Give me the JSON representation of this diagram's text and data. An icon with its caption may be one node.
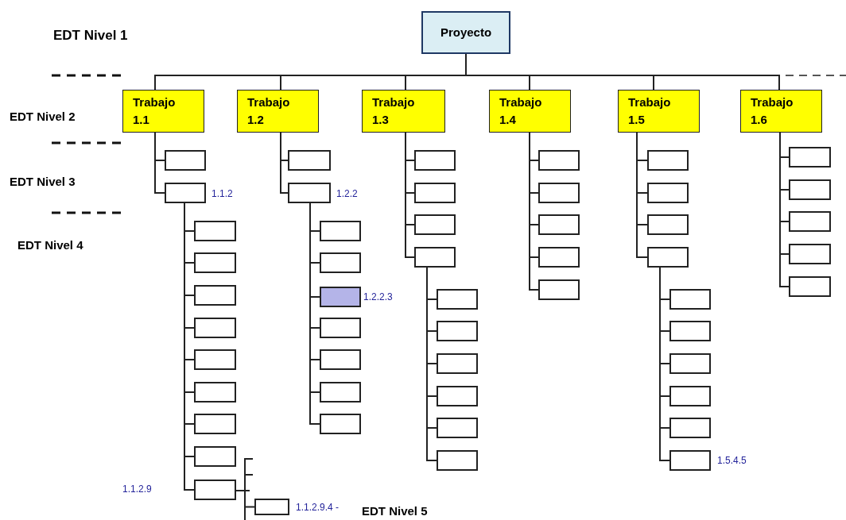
{
  "diagram": {
    "nodes": [
      {
        "text": [
          "Proyecto"
        ]
      },
      {
        "text": [
          "Trabajo 1.1"
        ]
      },
      {
        "text": [
          "Trabajo 1.2"
        ]
      },
      {
        "text": [
          "Trabajo 1.3"
        ]
      },
      {
        "text": [
          "Trabajo 1.4"
        ]
      },
      {
        "text": [
          "Trabajo 1.5"
        ]
      },
      {
        "text": [
          "Trabajo 1.6"
        ]
      },
      {
        "text": [],
        "shape": "box"
      },
      {
        "text": [],
        "shape": "box",
        "beside": [
          "1.1.2"
        ]
      },
      {
        "text": [],
        "shape": "box"
      },
      {
        "text": [],
        "shape": "box",
        "beside": [
          "1.2.2"
        ]
      },
      {
        "text": [],
        "shape": "box"
      },
      {
        "text": [],
        "shape": "box"
      },
      {
        "text": [],
        "shape": "box"
      },
      {
        "text": [],
        "shape": "box"
      },
      {
        "text": [],
        "shape": "box"
      },
      {
        "text": [],
        "shape": "box"
      },
      {
        "text": [],
        "shape": "box"
      },
      {
        "text": [],
        "shape": "box"
      },
      {
        "text": [],
        "shape": "box"
      },
      {
        "text": [],
        "shape": "box"
      },
      {
        "text": [],
        "shape": "box"
      },
      {
        "text": [],
        "shape": "box"
      },
      {
        "text": [],
        "shape": "box"
      },
      {
        "text": [],
        "shape": "box"
      },
      {
        "text": [],
        "shape": "box"
      },
      {
        "text": [],
        "shape": "box"
      },
      {
        "text": [],
        "shape": "box"
      },
      {
        "text": [],
        "shape": "box"
      },
      {
        "text": [],
        "shape": "box"
      },
      {
        "text": [],
        "shape": "box"
      },
      {
        "text": [],
        "shape": "box"
      },
      {
        "text": [],
        "shape": "box"
      },
      {
        "text": [],
        "shape": "box"
      },
      {
        "text": [],
        "shape": "box"
      },
      {
        "text": [],
        "shape": "box"
      },
      {
        "text": [],
        "shape": "box"
      },
      {
        "text": [],
        "shape": "box"
      },
      {
        "text": [],
        "shape": "box"
      },
      {
        "text": [],
        "shape": "box"
      },
      {
        "text": [],
        "shape": "box",
        "beside": [
          "1.2.2.3"
        ]
      },
      {
        "text": [],
        "shape": "box"
      },
      {
        "text": [],
        "shape": "box"
      },
      {
        "text": [],
        "shape": "box"
      },
      {
        "text": [],
        "shape": "box"
      },
      {
        "text": [],
        "shape": "box"
      },
      {
        "text": [],
        "shape": "box"
      },
      {
        "text": [],
        "shape": "box"
      },
      {
        "text": [],
        "shape": "box"
      },
      {
        "text": [],
        "shape": "box"
      },
      {
        "text": [],
        "shape": "box"
      },
      {
        "text": [],
        "shape": "box"
      },
      {
        "text": [],
        "shape": "box"
      },
      {
        "text": [],
        "shape": "box"
      },
      {
        "text": [],
        "shape": "box"
      },
      {
        "text": [],
        "shape": "box"
      },
      {
        "text": [],
        "shape": "box",
        "beside": [
          "1.5.4.5"
        ]
      },
      {
        "text": [],
        "shape": "box",
        "beside": [
          "1.1.2.9.4 -"
        ]
      }
    ],
    "edges": [
      {
        "from": 0,
        "to": 1,
        "arrow": "none"
      },
      {
        "from": 0,
        "to": 2,
        "arrow": "none"
      },
      {
        "from": 0,
        "to": 3,
        "arrow": "none"
      },
      {
        "from": 0,
        "to": 4,
        "arrow": "none"
      },
      {
        "from": 0,
        "to": 5,
        "arrow": "none"
      },
      {
        "from": 0,
        "to": 6,
        "arrow": "none"
      },
      {
        "from": 1,
        "to": 7,
        "arrow": "none"
      },
      {
        "from": 1,
        "to": 8,
        "arrow": "none"
      },
      {
        "from": 2,
        "to": 9,
        "arrow": "none"
      },
      {
        "from": 2,
        "to": 10,
        "arrow": "none"
      },
      {
        "from": 3,
        "to": 11,
        "arrow": "none"
      },
      {
        "from": 3,
        "to": 12,
        "arrow": "none"
      },
      {
        "from": 3,
        "to": 13,
        "arrow": "none"
      },
      {
        "from": 3,
        "to": 14,
        "arrow": "none"
      },
      {
        "from": 4,
        "to": 15,
        "arrow": "none"
      },
      {
        "from": 4,
        "to": 16,
        "arrow": "none"
      },
      {
        "from": 4,
        "to": 17,
        "arrow": "none"
      },
      {
        "from": 4,
        "to": 18,
        "arrow": "none"
      },
      {
        "from": 4,
        "to": 19,
        "arrow": "none"
      },
      {
        "from": 5,
        "to": 20,
        "arrow": "none"
      },
      {
        "from": 5,
        "to": 21,
        "arrow": "none"
      },
      {
        "from": 5,
        "to": 22,
        "arrow": "none"
      },
      {
        "from": 5,
        "to": 23,
        "arrow": "none"
      },
      {
        "from": 6,
        "to": 24,
        "arrow": "none"
      },
      {
        "from": 6,
        "to": 25,
        "arrow": "none"
      },
      {
        "from": 6,
        "to": 26,
        "arrow": "none"
      },
      {
        "from": 6,
        "to": 27,
        "arrow": "none"
      },
      {
        "from": 6,
        "to": 28,
        "arrow": "none"
      },
      {
        "from": 8,
        "to": 29,
        "arrow": "none"
      },
      {
        "from": 8,
        "to": 30,
        "arrow": "none"
      },
      {
        "from": 8,
        "to": 31,
        "arrow": "none"
      },
      {
        "from": 8,
        "to": 32,
        "arrow": "none"
      },
      {
        "from": 8,
        "to": 33,
        "arrow": "none"
      },
      {
        "from": 8,
        "to": 34,
        "arrow": "none"
      },
      {
        "from": 8,
        "to": 35,
        "arrow": "none"
      },
      {
        "from": 8,
        "to": 36,
        "arrow": "none"
      },
      {
        "from": 8,
        "to": 37,
        "arrow": "none"
      },
      {
        "from": 10,
        "to": 38,
        "arrow": "none"
      },
      {
        "from": 10,
        "to": 39,
        "arrow": "none"
      },
      {
        "from": 10,
        "to": 40,
        "arrow": "none"
      },
      {
        "from": 10,
        "to": 41,
        "arrow": "none"
      },
      {
        "from": 10,
        "to": 42,
        "arrow": "none"
      },
      {
        "from": 10,
        "to": 43,
        "arrow": "none"
      },
      {
        "from": 10,
        "to": 44,
        "arrow": "none"
      },
      {
        "from": 14,
        "to": 45,
        "arrow": "none"
      },
      {
        "from": 14,
        "to": 46,
        "arrow": "none"
      },
      {
        "from": 14,
        "to": 47,
        "arrow": "none"
      },
      {
        "from": 14,
        "to": 48,
        "arrow": "none"
      },
      {
        "from": 14,
        "to": 49,
        "arrow": "none"
      },
      {
        "from": 14,
        "to": 50,
        "arrow": "none"
      },
      {
        "from": 23,
        "to": 51,
        "arrow": "none"
      },
      {
        "from": 23,
        "to": 52,
        "arrow": "none"
      },
      {
        "from": 23,
        "to": 53,
        "arrow": "none"
      },
      {
        "from": 23,
        "to": 54,
        "arrow": "none"
      },
      {
        "from": 23,
        "to": 55,
        "arrow": "none"
      },
      {
        "from": 23,
        "to": 56,
        "arrow": "none"
      },
      {
        "from": 37,
        "to": 57,
        "arrow": "none"
      }
    ],
    "labels": [
      "EDT Nivel 1",
      "EDT Nivel 2",
      "EDT Nivel 3",
      "EDT Nivel 4",
      "1.1.2.9",
      "EDT Nivel 5"
    ]
  }
}
